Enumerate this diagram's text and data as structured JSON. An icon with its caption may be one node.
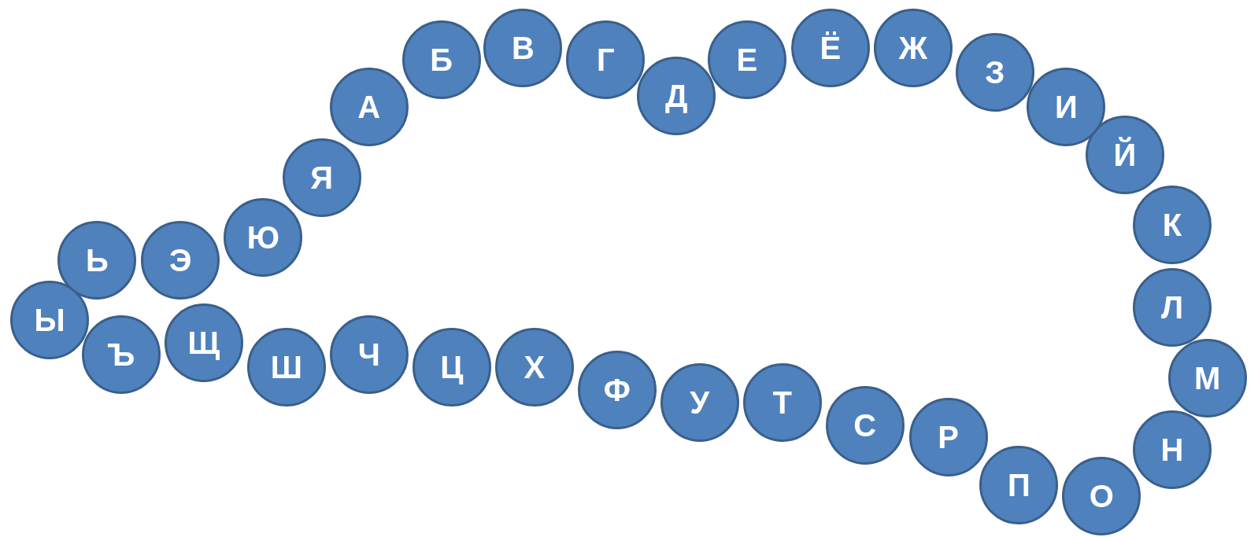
{
  "diagram": {
    "nodes": [
      {
        "text": [
          "А"
        ]
      },
      {
        "text": [
          "Б"
        ]
      },
      {
        "text": [
          "В"
        ]
      },
      {
        "text": [
          "Г"
        ]
      },
      {
        "text": [
          "Д"
        ]
      },
      {
        "text": [
          "Е"
        ]
      },
      {
        "text": [
          "Ё"
        ]
      },
      {
        "text": [
          "Ж"
        ]
      },
      {
        "text": [
          "З"
        ]
      },
      {
        "text": [
          "И"
        ]
      },
      {
        "text": [
          "Й"
        ]
      },
      {
        "text": [
          "К"
        ]
      },
      {
        "text": [
          "Л"
        ]
      },
      {
        "text": [
          "М"
        ]
      },
      {
        "text": [
          "Н"
        ]
      },
      {
        "text": [
          "О"
        ]
      },
      {
        "text": [
          "П"
        ]
      },
      {
        "text": [
          "Р"
        ]
      },
      {
        "text": [
          "С"
        ]
      },
      {
        "text": [
          "Т"
        ]
      },
      {
        "text": [
          "У"
        ]
      },
      {
        "text": [
          "Ф"
        ]
      },
      {
        "text": [
          "Х"
        ]
      },
      {
        "text": [
          "Ц"
        ]
      },
      {
        "text": [
          "Ч"
        ]
      },
      {
        "text": [
          "Ш"
        ]
      },
      {
        "text": [
          "Щ"
        ]
      },
      {
        "text": [
          "Ъ"
        ]
      },
      {
        "text": [
          "Ы"
        ]
      },
      {
        "text": [
          "Ь"
        ]
      },
      {
        "text": [
          "Э"
        ]
      },
      {
        "text": [
          "Ю"
        ]
      },
      {
        "text": [
          "Я"
        ]
      }
    ]
  }
}
